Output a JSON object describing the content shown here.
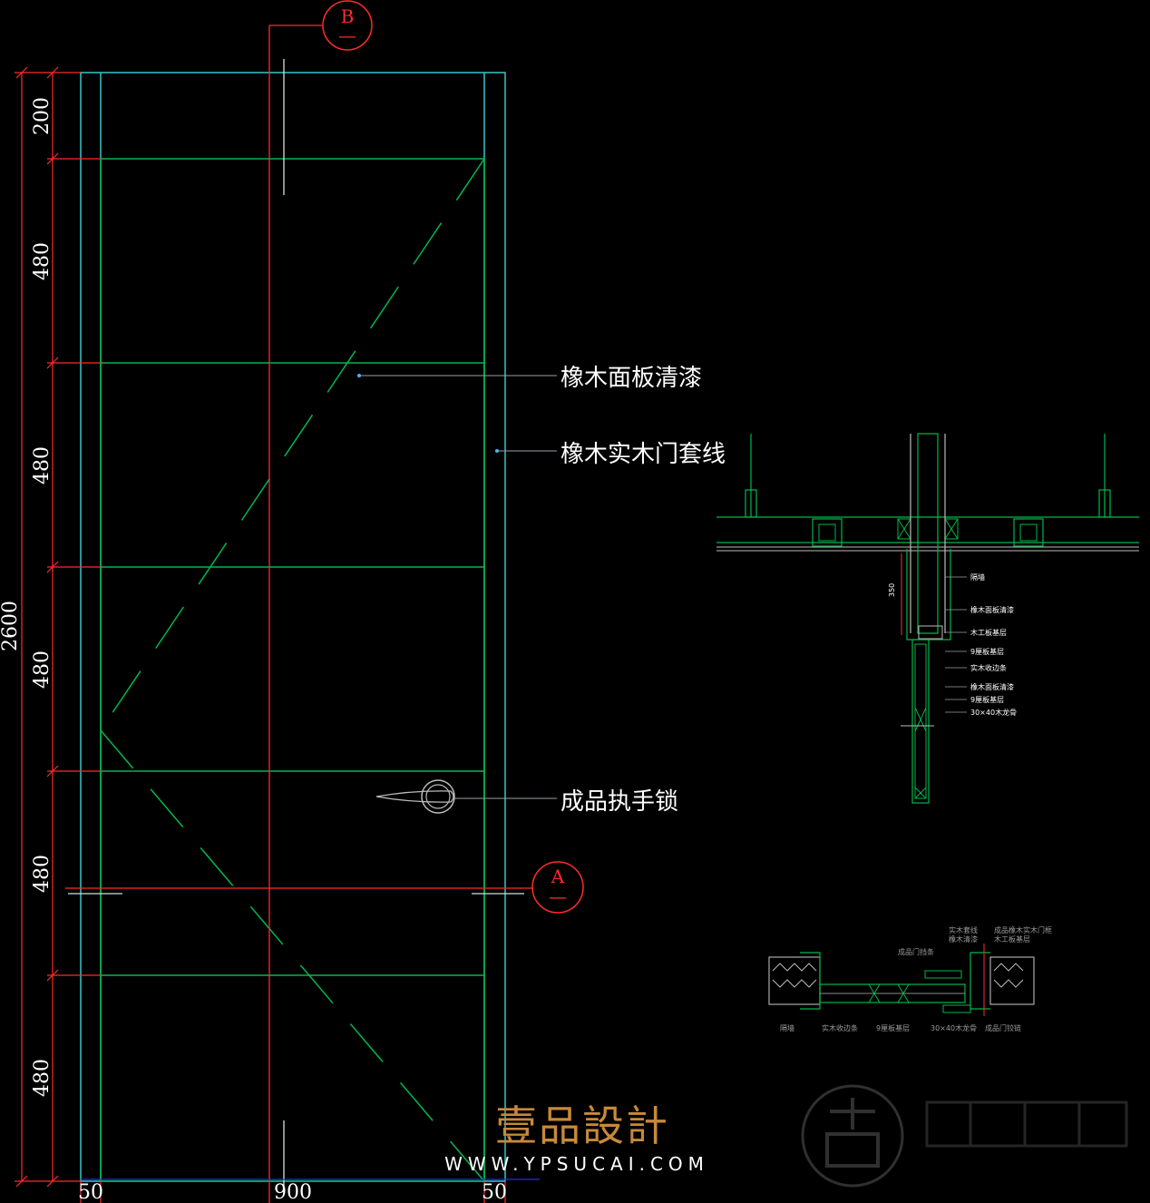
{
  "drawing": {
    "dimensions": {
      "total_height": "2600",
      "segments": [
        "200",
        "480",
        "480",
        "480",
        "480",
        "480"
      ],
      "widths": [
        "50",
        "900",
        "50"
      ]
    },
    "callouts": {
      "panel": "橡木面板清漆",
      "frame": "橡木实木门套线",
      "lock": "成品执手锁"
    },
    "section_tags": {
      "b_letter": "B",
      "a_letter": "A",
      "b_sub": "—",
      "a_sub": "—"
    }
  },
  "section_detail": {
    "labels": [
      "隔墙",
      "橡木面板清漆",
      "木工板基层",
      "9厘板基层",
      "实木收边条",
      "橡木面板清漆",
      "9厘板基层",
      "30×40木龙骨"
    ],
    "dim_label": "350"
  },
  "plan_detail": {
    "top_labels": [
      "实木套线",
      "橡木清漆",
      "成品橡木实木门框",
      "木工板基层",
      "成品门挡条"
    ],
    "bottom_labels": [
      "隔墙",
      "实木收边条",
      "9厘板基层",
      "30×40木龙骨",
      "成品门铰链"
    ]
  },
  "watermark": {
    "brand": "壹品設計",
    "url": "WWW.YPSUCAI.COM"
  },
  "colors": {
    "background": "#000000",
    "door_outline": "#00b84a",
    "frame_cyan": "#33c8c8",
    "dimension_red": "#ff2b2b",
    "leader": "#9aa0a6",
    "brand": "#c7893a"
  }
}
